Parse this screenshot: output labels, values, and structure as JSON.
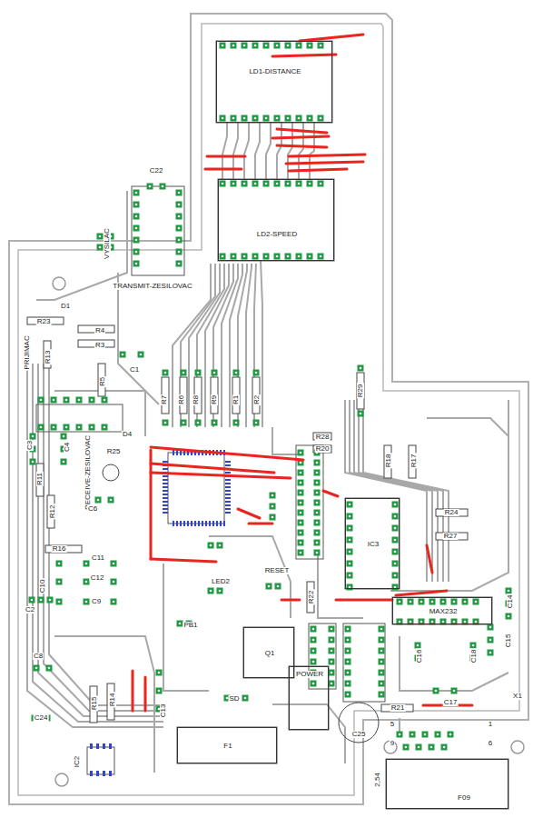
{
  "diagram": {
    "nodes": [
      {
        "text": [
          "LD1-DISTANCE"
        ]
      },
      {
        "text": [
          "LD2-SPEED"
        ]
      },
      {
        "text": [
          "IC3"
        ]
      },
      {
        "text": [
          "MAX232"
        ]
      },
      {
        "text": [
          "Q1"
        ]
      },
      {
        "text": [
          "POWER"
        ]
      },
      {
        "text": [
          "F1"
        ]
      },
      {
        "text": [
          "F09"
        ]
      }
    ],
    "labels": [
      "C22",
      "VYSILAC",
      "TRANSMIT-ZESILOVAC",
      "D1",
      "R23",
      "R4",
      "R3",
      "PRIJIMAC",
      "R13",
      "C1",
      "R5",
      "R7",
      "R6",
      "R8",
      "R9",
      "R1",
      "R2",
      "R29",
      "C3",
      "C4",
      "RECEIVE-ZESILOVAC",
      "D4",
      "R25",
      "C6",
      "R11",
      "R12",
      "R28",
      "R20",
      "R18",
      "R17",
      "R24",
      "R27",
      "R16",
      "C11",
      "C10",
      "C12",
      "C2",
      "C9",
      "LED2",
      "PB1",
      "RESET",
      "R22",
      "C14",
      "C16",
      "C18",
      "C15",
      "C8",
      "R15",
      "R14",
      "C13",
      "SD",
      "C24",
      "IC2",
      "R21",
      "C17",
      "C25",
      "X1",
      "2,54",
      "5",
      "9",
      "6",
      "1"
    ]
  }
}
